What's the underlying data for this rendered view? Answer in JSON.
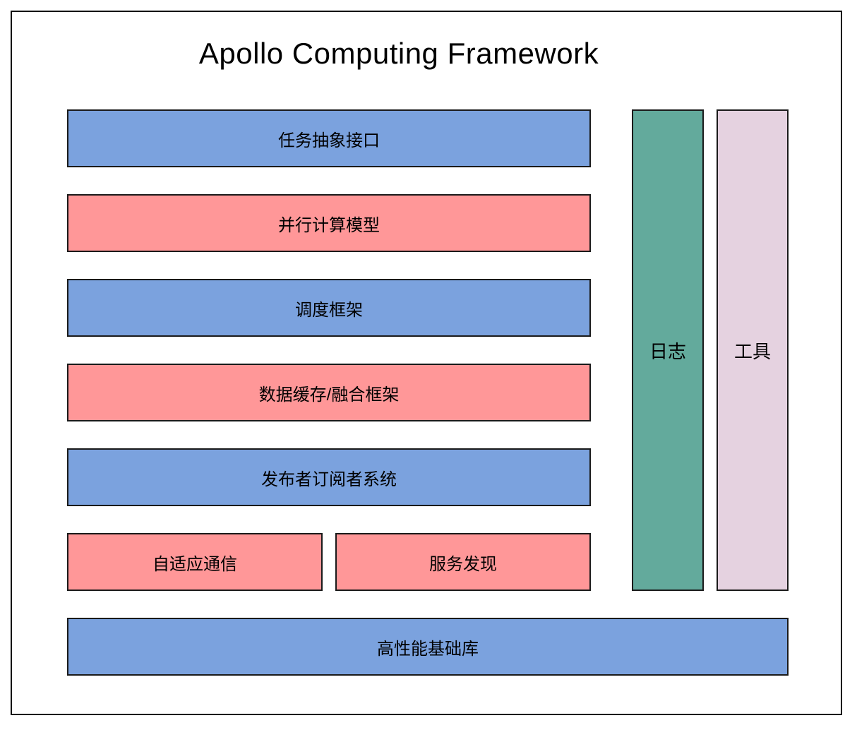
{
  "title": "Apollo Computing Framework",
  "colors": {
    "blue": "#7BA2DE",
    "pink": "#FF9798",
    "green": "#63AA9C",
    "lavender": "#E5D2E0",
    "outline": "#1A1A1A",
    "frame_border": "#000000"
  },
  "stack": [
    {
      "label": "任务抽象接口",
      "color": "blue"
    },
    {
      "label": "并行计算模型",
      "color": "pink"
    },
    {
      "label": "调度框架",
      "color": "blue"
    },
    {
      "label": "数据缓存/融合框架",
      "color": "pink"
    },
    {
      "label": "发布者订阅者系统",
      "color": "blue"
    }
  ],
  "split_row": [
    {
      "label": "自适应通信",
      "color": "pink"
    },
    {
      "label": "服务发现",
      "color": "pink"
    }
  ],
  "base_layer": {
    "label": "高性能基础库",
    "color": "blue"
  },
  "side_columns": [
    {
      "label": "日志",
      "color": "green"
    },
    {
      "label": "工具",
      "color": "lavender"
    }
  ]
}
